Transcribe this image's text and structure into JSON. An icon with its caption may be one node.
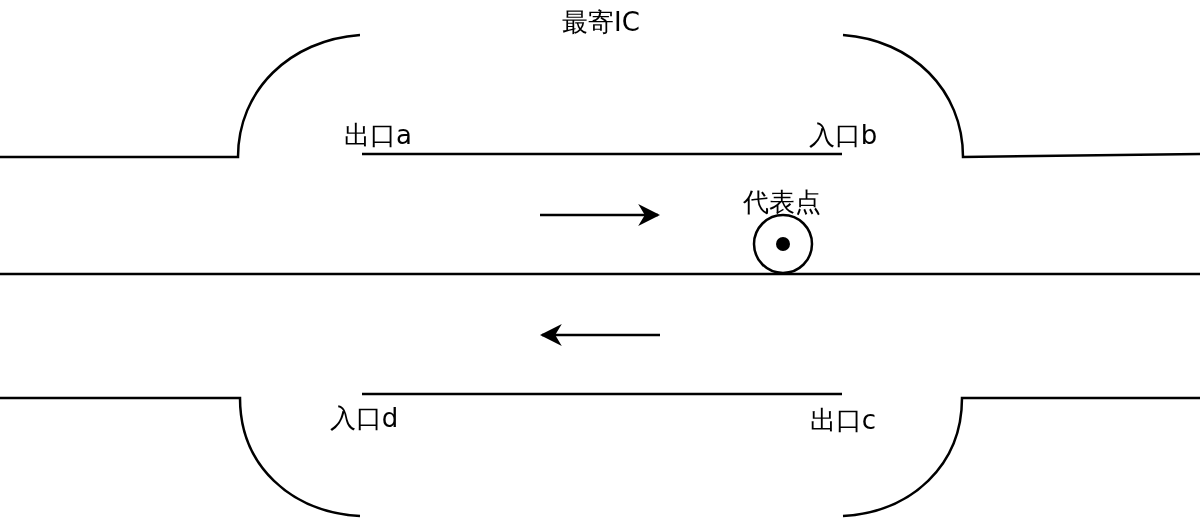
{
  "diagram": {
    "labels": [
      "最寄IC",
      "出口a",
      "入口b",
      "代表点",
      "入口d",
      "出口c"
    ]
  }
}
